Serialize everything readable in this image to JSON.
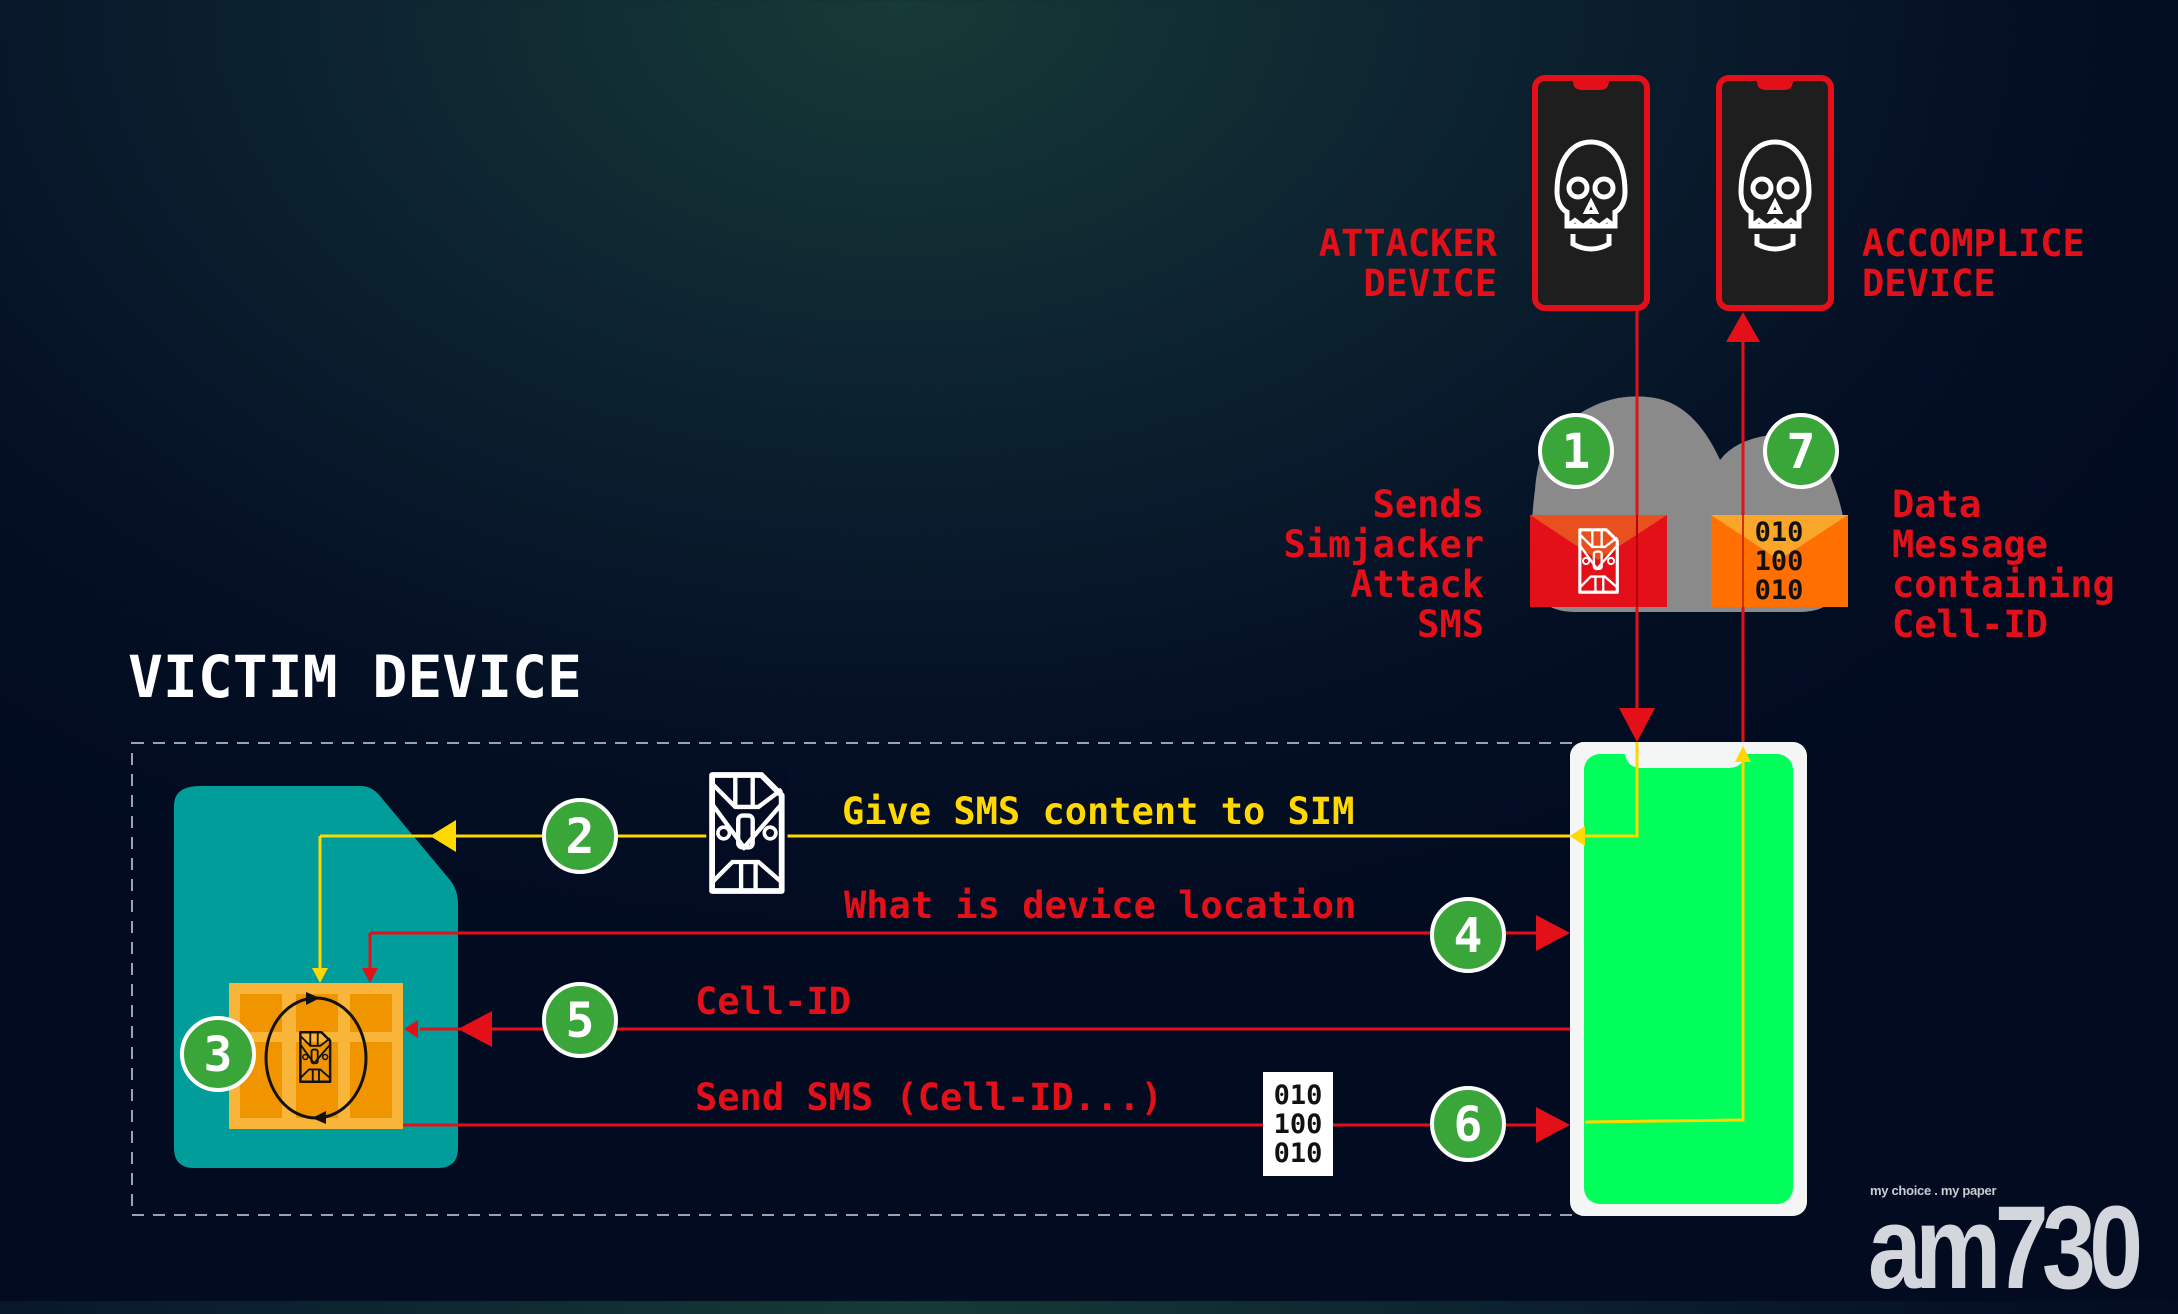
{
  "title": "VICTIM DEVICE",
  "devices": {
    "attacker": {
      "label_lines": [
        "ATTACKER",
        "DEVICE"
      ],
      "icon": "skull-icon"
    },
    "accomplice": {
      "label_lines": [
        "ACCOMPLICE",
        "DEVICE"
      ],
      "icon": "skull-icon"
    },
    "victim": {
      "label": "VICTIM DEVICE"
    }
  },
  "cloud": {
    "left_caption": [
      "Sends",
      "Simjacker",
      "Attack",
      "SMS"
    ],
    "right_caption": [
      "Data",
      "Message",
      "containing",
      "Cell-ID"
    ],
    "binary": [
      "010",
      "100",
      "010"
    ]
  },
  "steps": [
    {
      "n": "1"
    },
    {
      "n": "2"
    },
    {
      "n": "3"
    },
    {
      "n": "4"
    },
    {
      "n": "5"
    },
    {
      "n": "6"
    },
    {
      "n": "7"
    }
  ],
  "flows": {
    "give_sms": "Give SMS content to SIM",
    "location": "What is device location",
    "cell_id": "Cell-ID",
    "send_sms": "Send SMS (Cell-ID...)",
    "binary": [
      "010",
      "100",
      "010"
    ]
  },
  "colors": {
    "red": "#e3101a",
    "yellow": "#ffd800",
    "green_badge": "#3aa63a",
    "sim_teal": "#009d9a",
    "chip_orange": "#f0a030",
    "phone_screen": "#00ff5a",
    "cloud_grey": "#8a8a8a"
  },
  "logo": {
    "tagline": "my choice . my paper",
    "brand": "am730"
  }
}
